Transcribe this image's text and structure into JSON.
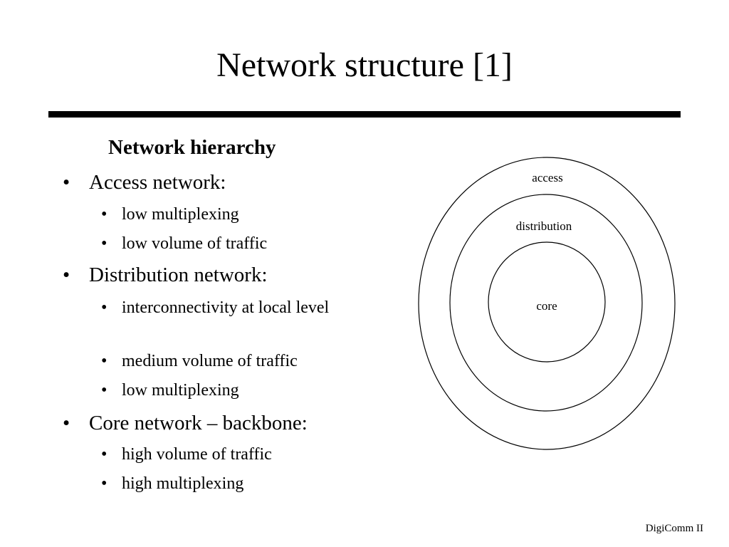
{
  "slide": {
    "title": "Network structure [1]",
    "heading": "Network hierarchy",
    "footer": "DigiComm II"
  },
  "bullets": [
    {
      "label": "Access network:",
      "subitems": [
        "low multiplexing",
        "low volume of traffic"
      ]
    },
    {
      "label": "Distribution network:",
      "subitems": [
        "interconnectivity at local level",
        "medium volume of traffic",
        "low multiplexing"
      ]
    },
    {
      "label": "Core network – backbone:",
      "subitems": [
        "high volume of traffic",
        "high multiplexing"
      ]
    }
  ],
  "bullet_glyph": "•",
  "diagram": {
    "rings": [
      "access",
      "distribution",
      "core"
    ]
  }
}
